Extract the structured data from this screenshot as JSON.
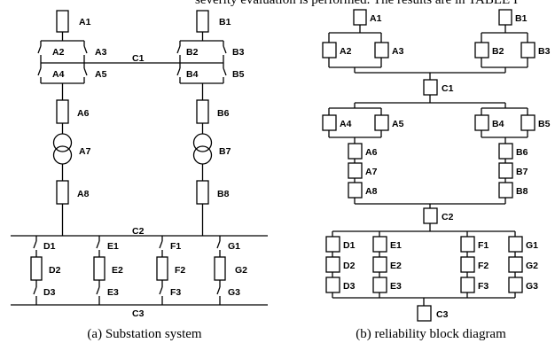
{
  "header_fragment": "severity evaluation is performed. The results are in TABLE I",
  "captions": {
    "a": "(a) Substation system",
    "b": "(b) reliability block diagram"
  },
  "left": {
    "A1": "A1",
    "A2": "A2",
    "A3": "A3",
    "A4": "A4",
    "A5": "A5",
    "A6": "A6",
    "A7": "A7",
    "A8": "A8",
    "B1": "B1",
    "B2": "B2",
    "B3": "B3",
    "B4": "B4",
    "B5": "B5",
    "B6": "B6",
    "B7": "B7",
    "B8": "B8",
    "C1": "C1",
    "C2": "C2",
    "C3": "C3",
    "D1": "D1",
    "D2": "D2",
    "D3": "D3",
    "E1": "E1",
    "E2": "E2",
    "E3": "E3",
    "F1": "F1",
    "F2": "F2",
    "F3": "F3",
    "G1": "G1",
    "G2": "G2",
    "G3": "G3"
  },
  "right": {
    "A1": "A1",
    "A2": "A2",
    "A3": "A3",
    "A4": "A4",
    "A5": "A5",
    "A6": "A6",
    "A7": "A7",
    "A8": "A8",
    "B1": "B1",
    "B2": "B2",
    "B3": "B3",
    "B4": "B4",
    "B5": "B5",
    "B6": "B6",
    "B7": "B7",
    "B8": "B8",
    "C1": "C1",
    "C2": "C2",
    "C3": "C3",
    "D1": "D1",
    "D2": "D2",
    "D3": "D3",
    "E1": "E1",
    "E2": "E2",
    "E3": "E3",
    "F1": "F1",
    "F2": "F2",
    "F3": "F3",
    "G1": "G1",
    "G2": "G2",
    "G3": "G3"
  }
}
